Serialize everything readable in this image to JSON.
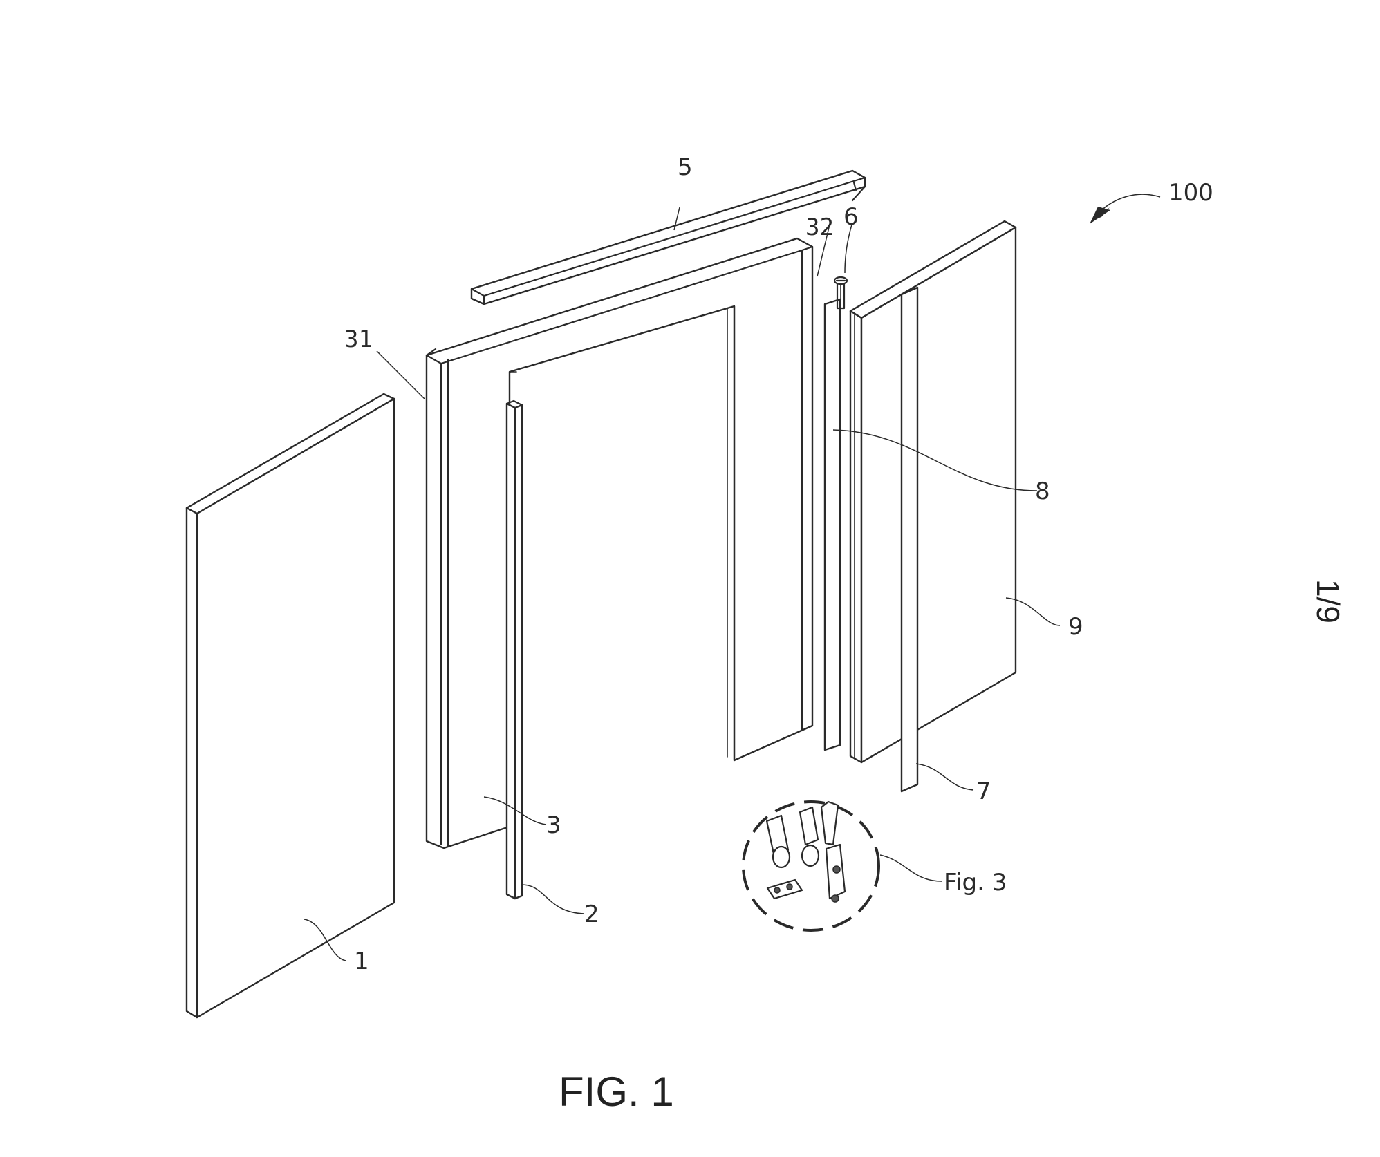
{
  "figure": {
    "caption": "FIG. 1",
    "sheet_number": "1/9",
    "assembly_ref": "100"
  },
  "labels": {
    "panel_left": "1",
    "seal_strip": "2",
    "door_frame": "3",
    "frame_left_post": "31",
    "frame_right_post": "32",
    "top_bar": "5",
    "screw": "6",
    "right_strip": "7",
    "insert_strip": "8",
    "panel_right": "9",
    "detail_callout": "Fig. 3"
  }
}
